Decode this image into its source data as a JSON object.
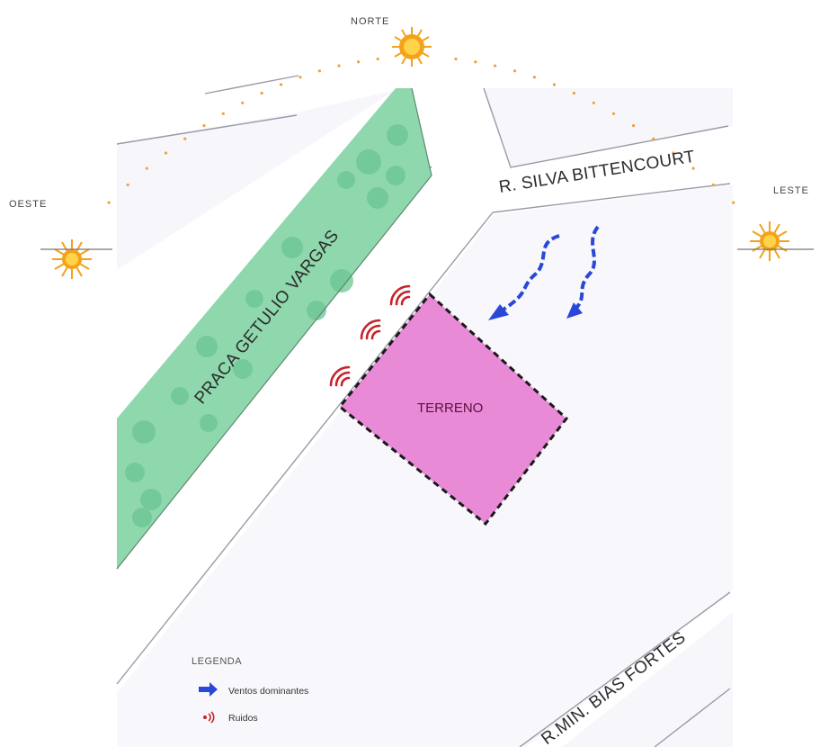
{
  "cardinals": {
    "north": "NORTE",
    "west": "OESTE",
    "east": "LESTE"
  },
  "streets": {
    "top_right": "R. SILVA BITTENCOURT",
    "bottom_right": "R.MIN. BIAS FORTES"
  },
  "square": {
    "name": "PRACA GETULIO VARGAS"
  },
  "lot": {
    "label": "TERRENO"
  },
  "legend": {
    "title": "LEGENDA",
    "items": [
      {
        "label": "Ventos dominantes",
        "icon": "wind-arrow-icon"
      },
      {
        "label": "Ruidos",
        "icon": "noise-icon"
      }
    ]
  },
  "colors": {
    "park": "#8fd8ad",
    "park_trees": "#6cc596",
    "lot_fill": "#e88ad6",
    "wind": "#2a48d8",
    "noise": "#c8222a",
    "sun": "#f4a21a",
    "sun_path": "#f0a040",
    "block": "#f7f7fb",
    "street_line": "#9a9aa8"
  }
}
